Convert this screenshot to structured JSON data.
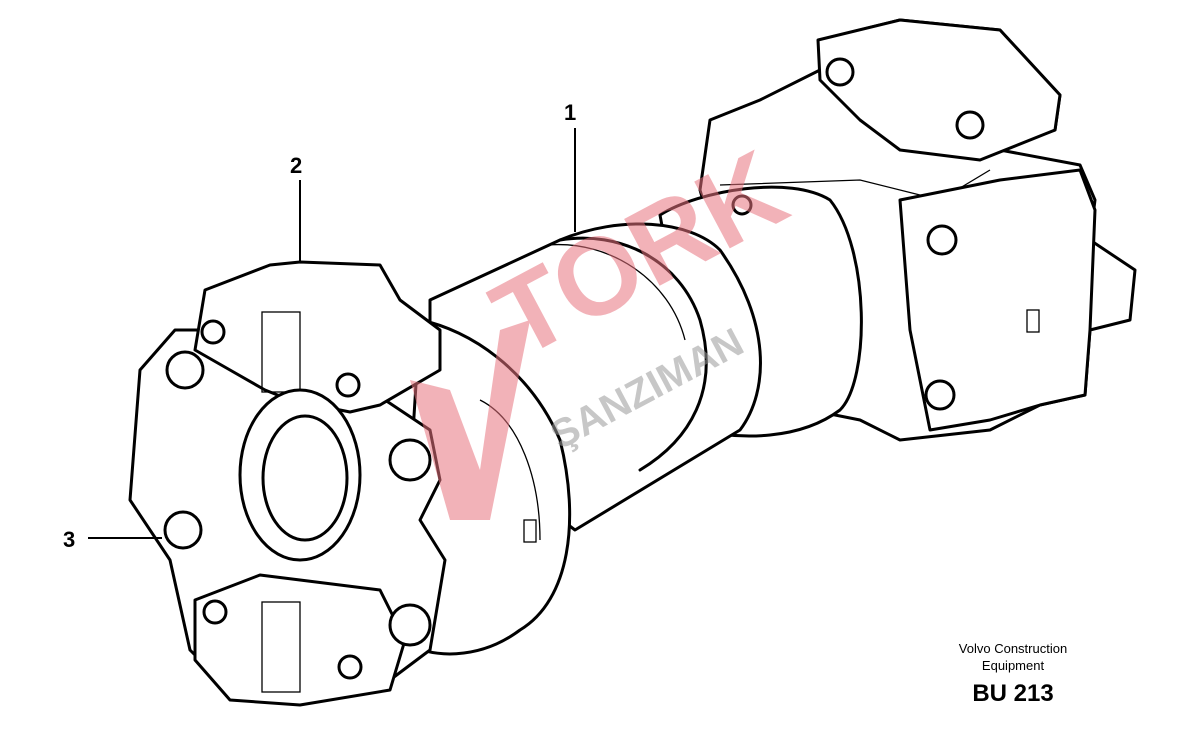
{
  "callouts": [
    {
      "label": "1"
    },
    {
      "label": "2"
    },
    {
      "label": "3"
    }
  ],
  "caption": {
    "manufacturer_line1": "Volvo Construction",
    "manufacturer_line2": "Equipment",
    "code": "BU 213"
  },
  "watermark": {
    "brand": "TORK",
    "sub": "ŞANZIMAN",
    "colors": {
      "red": "#e8737f",
      "grey": "#9a9a9a"
    }
  }
}
